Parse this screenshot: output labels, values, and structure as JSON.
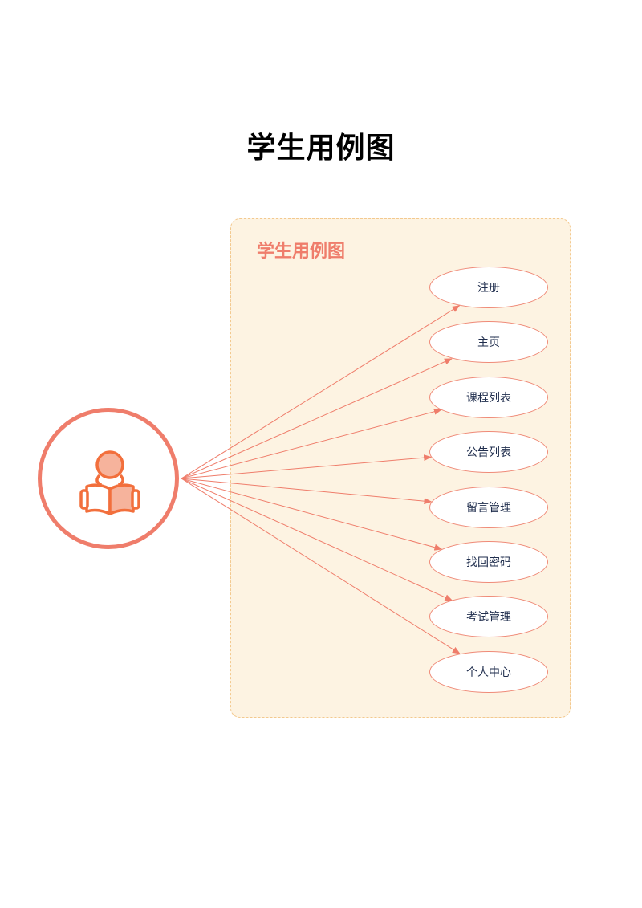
{
  "page": {
    "title": "学生用例图"
  },
  "system": {
    "title": "学生用例图"
  },
  "actor": {
    "icon": "student-reading-icon"
  },
  "use_cases": [
    {
      "label": "注册"
    },
    {
      "label": "主页"
    },
    {
      "label": "课程列表"
    },
    {
      "label": "公告列表"
    },
    {
      "label": "留言管理"
    },
    {
      "label": "找回密码"
    },
    {
      "label": "考试管理"
    },
    {
      "label": "个人中心"
    }
  ],
  "colors": {
    "accent": "#ef7d6b",
    "box_fill": "#fdf3e2",
    "box_border": "#f3c98f",
    "text": "#1f2d4d"
  }
}
